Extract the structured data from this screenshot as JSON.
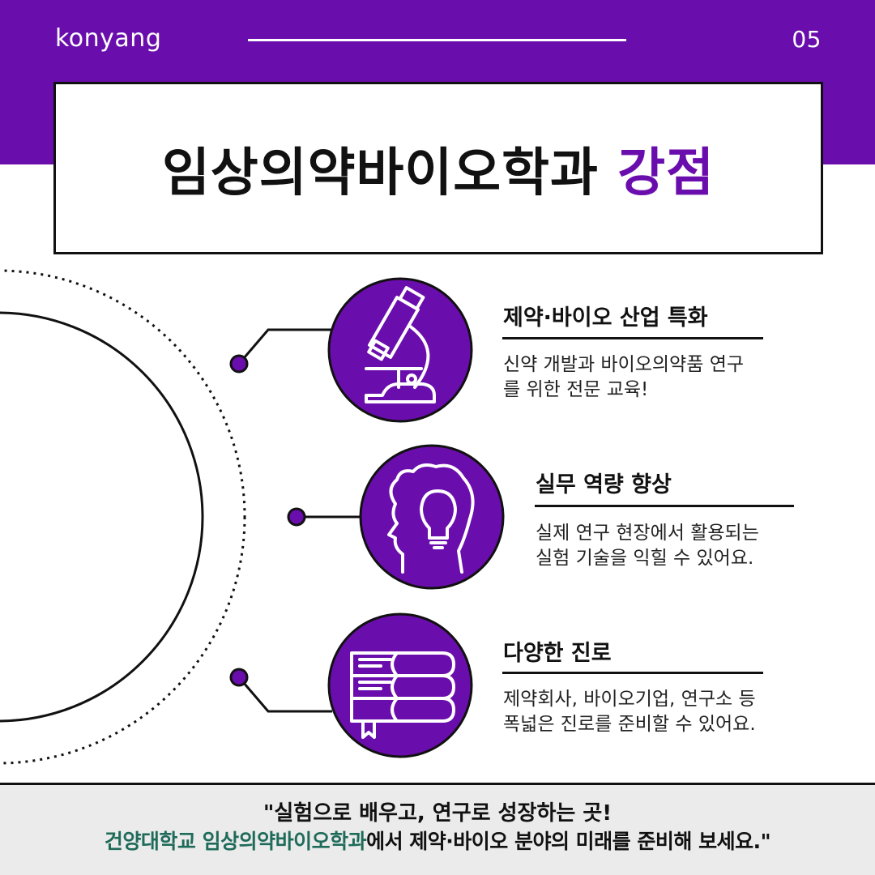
{
  "header": {
    "brand": "konyang",
    "page_number": "05"
  },
  "title": {
    "main": "임상의약바이오학과",
    "accent": "강점"
  },
  "features": [
    {
      "icon": "microscope-icon",
      "title": "제약·바이오 산업 특화",
      "desc_line1": "신약 개발과 바이오의약품 연구",
      "desc_line2": "를 위한 전문 교육!"
    },
    {
      "icon": "head-lightbulb-icon",
      "title": "실무 역량 향상",
      "desc_line1": "실제 연구 현장에서 활용되는",
      "desc_line2": "실험 기술을 익힐 수 있어요."
    },
    {
      "icon": "stacked-books-icon",
      "title": "다양한 진로",
      "desc_line1": "제약회사, 바이오기업, 연구소 등",
      "desc_line2": "폭넓은 진로를 준비할 수 있어요."
    }
  ],
  "footer": {
    "line1": "\"실험으로 배우고, 연구로 성장하는 곳!",
    "line2_accent": "건양대학교 임상의약바이오학과",
    "line2_rest": "에서 제약·바이오 분야의 미래를 준비해 보세요.\""
  },
  "colors": {
    "purple": "#6a0dad",
    "footer_accent": "#1f6b5a",
    "footer_bg": "#ebebeb"
  }
}
